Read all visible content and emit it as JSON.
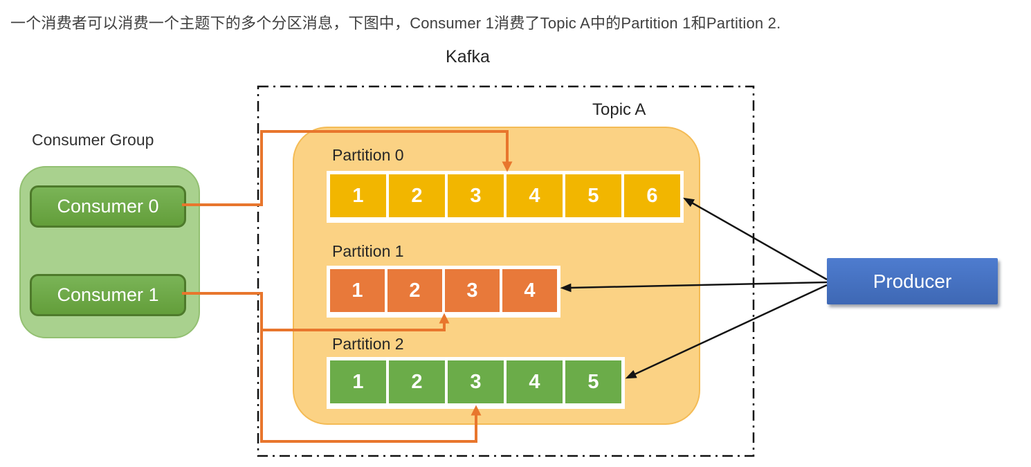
{
  "header": {
    "description": "一个消费者可以消费一个主题下的多个分区消息，下图中，Consumer 1消费了Topic A中的Partition 1和Partition 2."
  },
  "kafka": {
    "label": "Kafka"
  },
  "topic": {
    "label": "Topic A",
    "partitions": [
      {
        "label": "Partition 0",
        "cells": [
          "1",
          "2",
          "3",
          "4",
          "5",
          "6"
        ],
        "color": "#F2B600"
      },
      {
        "label": "Partition 1",
        "cells": [
          "1",
          "2",
          "3",
          "4"
        ],
        "color": "#E8793A"
      },
      {
        "label": "Partition 2",
        "cells": [
          "1",
          "2",
          "3",
          "4",
          "5"
        ],
        "color": "#6BAC49"
      }
    ]
  },
  "consumer_group": {
    "label": "Consumer Group",
    "consumers": [
      {
        "label": "Consumer 0"
      },
      {
        "label": "Consumer 1"
      }
    ]
  },
  "producer": {
    "label": "Producer"
  },
  "colors": {
    "partition0_cell": "#F2B600",
    "partition1_cell": "#E8793A",
    "partition2_cell": "#6BAC49",
    "topic_background": "#FBD284",
    "consumer_box": "#6DA844",
    "consumer_group_background": "#A9D18E",
    "producer_background": "#4472C4",
    "connector_orange": "#E8762D",
    "arrow_black": "#141414",
    "text_dark": "#3f3f3f"
  }
}
